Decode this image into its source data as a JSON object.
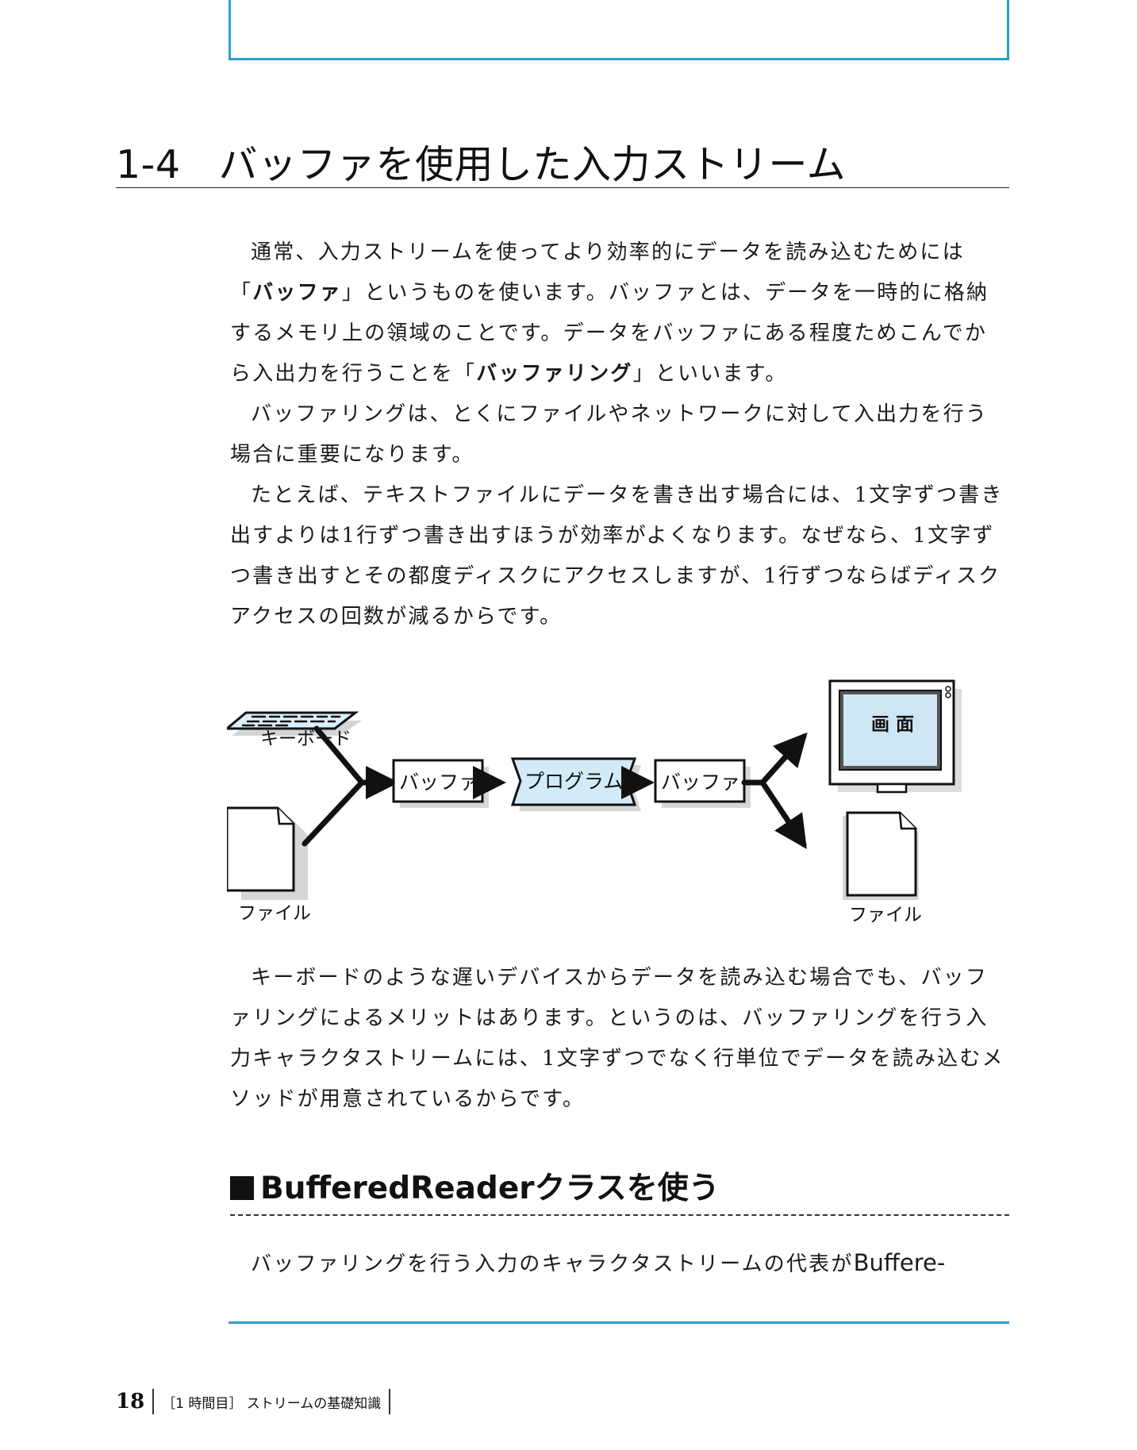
{
  "section": {
    "number": "1-4",
    "title": "バッファを使用した入力ストリーム"
  },
  "paragraphs_1": [
    {
      "parts": [
        {
          "text": "通常、入力ストリームを使ってより効率的にデータを読み込むためには「"
        },
        {
          "text": "バッファ",
          "bold": true
        },
        {
          "text": "」というものを使います。バッファとは、データを一時的に格納するメモリ上の領域のことです。データをバッファにある程度ためこんでから入出力を行うことを「"
        },
        {
          "text": "バッファリング",
          "bold": true
        },
        {
          "text": "」といいます。"
        }
      ]
    },
    {
      "parts": [
        {
          "text": "バッファリングは、とくにファイルやネットワークに対して入出力を行う場合に重要になります。"
        }
      ]
    },
    {
      "parts": [
        {
          "text": "たとえば、テキストファイルにデータを書き出す場合には、1文字ずつ書き出すよりは1行ずつ書き出すほうが効率がよくなります。なぜなら、1文字ずつ書き出すとその都度ディスクにアクセスしますが、1行ずつならばディスクアクセスの回数が減るからです。"
        }
      ]
    }
  ],
  "diagram": {
    "keyboard_label": "キーボード",
    "file_in_label": "ファイル",
    "buffer_in_label": "バッファ",
    "program_label": "プログラム",
    "buffer_out_label": "バッファ",
    "screen_label": "画 面",
    "file_out_label": "ファイル",
    "colors": {
      "program_fill": "#d3ebf8",
      "keyboard_fill": "#dbeef9",
      "screen_fill": "#cfe6f5",
      "accent": "#2a9fd0"
    }
  },
  "paragraphs_2": [
    {
      "parts": [
        {
          "text": "キーボードのような遅いデバイスからデータを読み込む場合でも、バッファリングによるメリットはあります。というのは、バッファリングを行う入力キャラクタストリームには、1文字ずつでなく行単位でデータを読み込むメソッドが用意されているからです。"
        }
      ]
    }
  ],
  "subheading": {
    "text": "BufferedReaderクラスを使う"
  },
  "last_line": {
    "text": "バッファリングを行う入力のキャラクタストリームの代表が",
    "code": "Buffere-"
  },
  "footer": {
    "page_number": "18",
    "chapter": "［1 時間目］ ストリームの基礎知識"
  }
}
